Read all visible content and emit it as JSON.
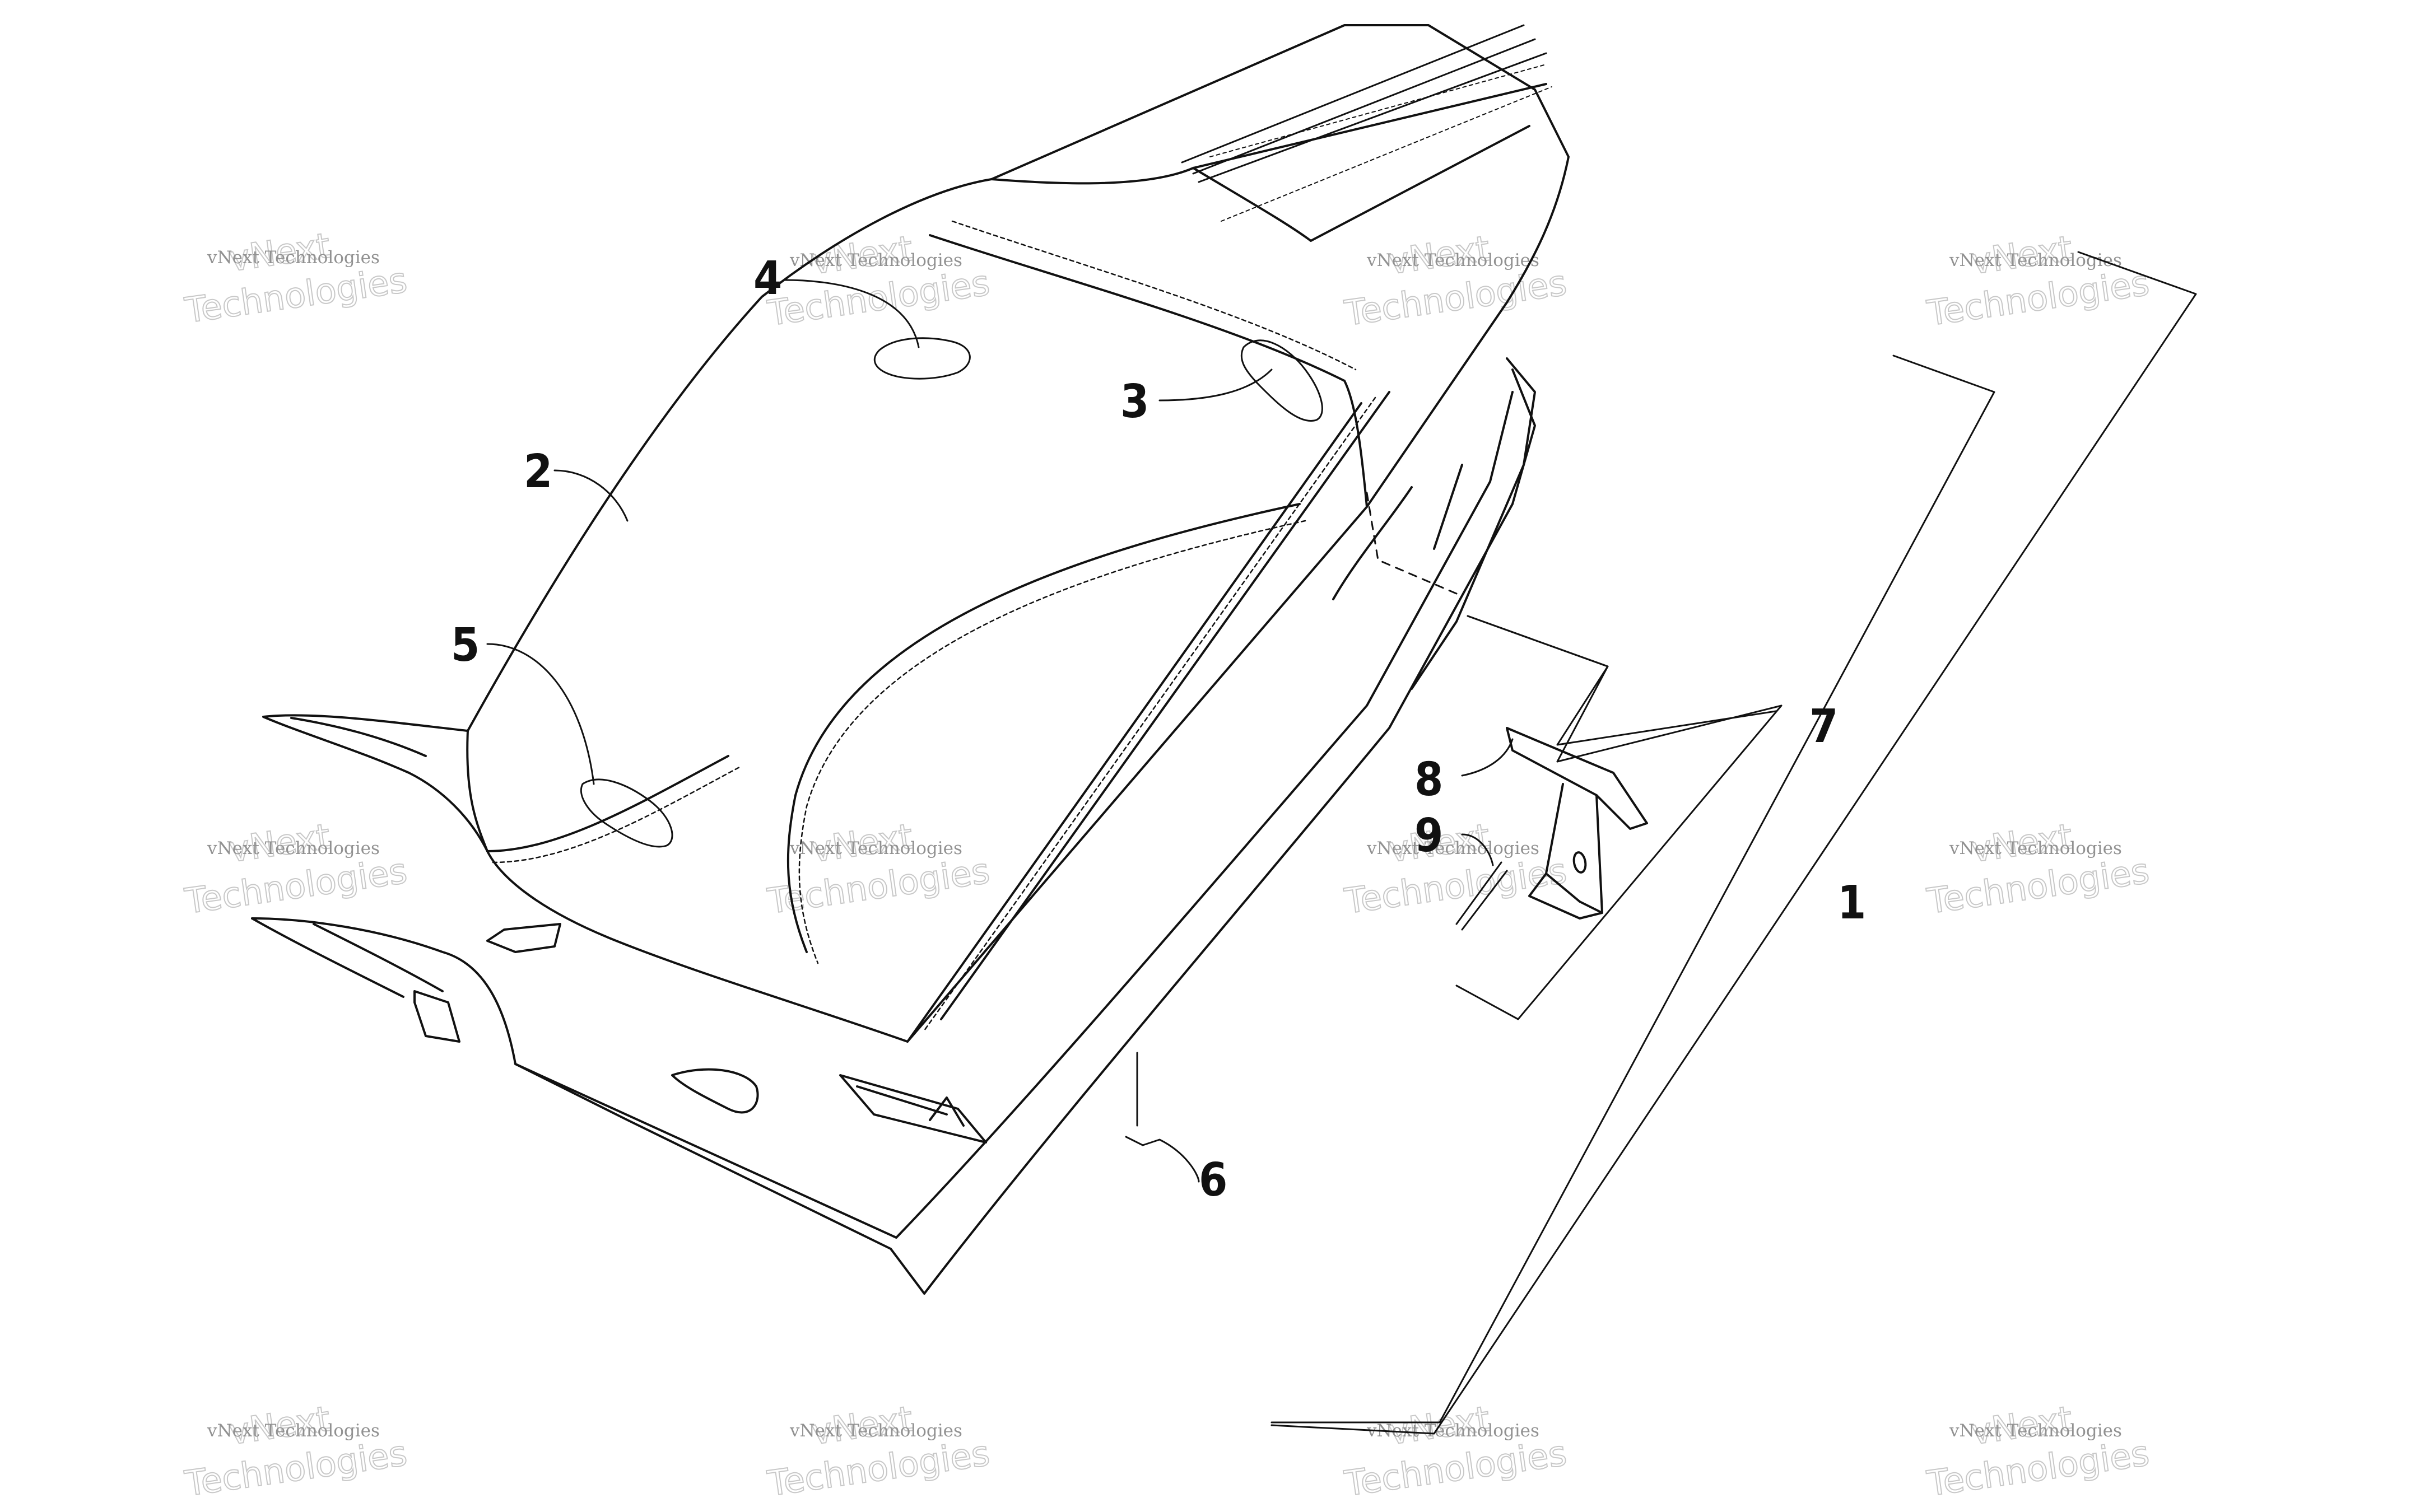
{
  "callouts": [
    "1",
    "2",
    "3",
    "4",
    "5",
    "6",
    "7",
    "8",
    "9"
  ],
  "watermark": {
    "brand_top": "vNext",
    "brand_line": "vNext Technologies",
    "brand_big": "Technologies"
  },
  "colors": {
    "line": "#111111",
    "watermark": "#a0a0a0"
  }
}
